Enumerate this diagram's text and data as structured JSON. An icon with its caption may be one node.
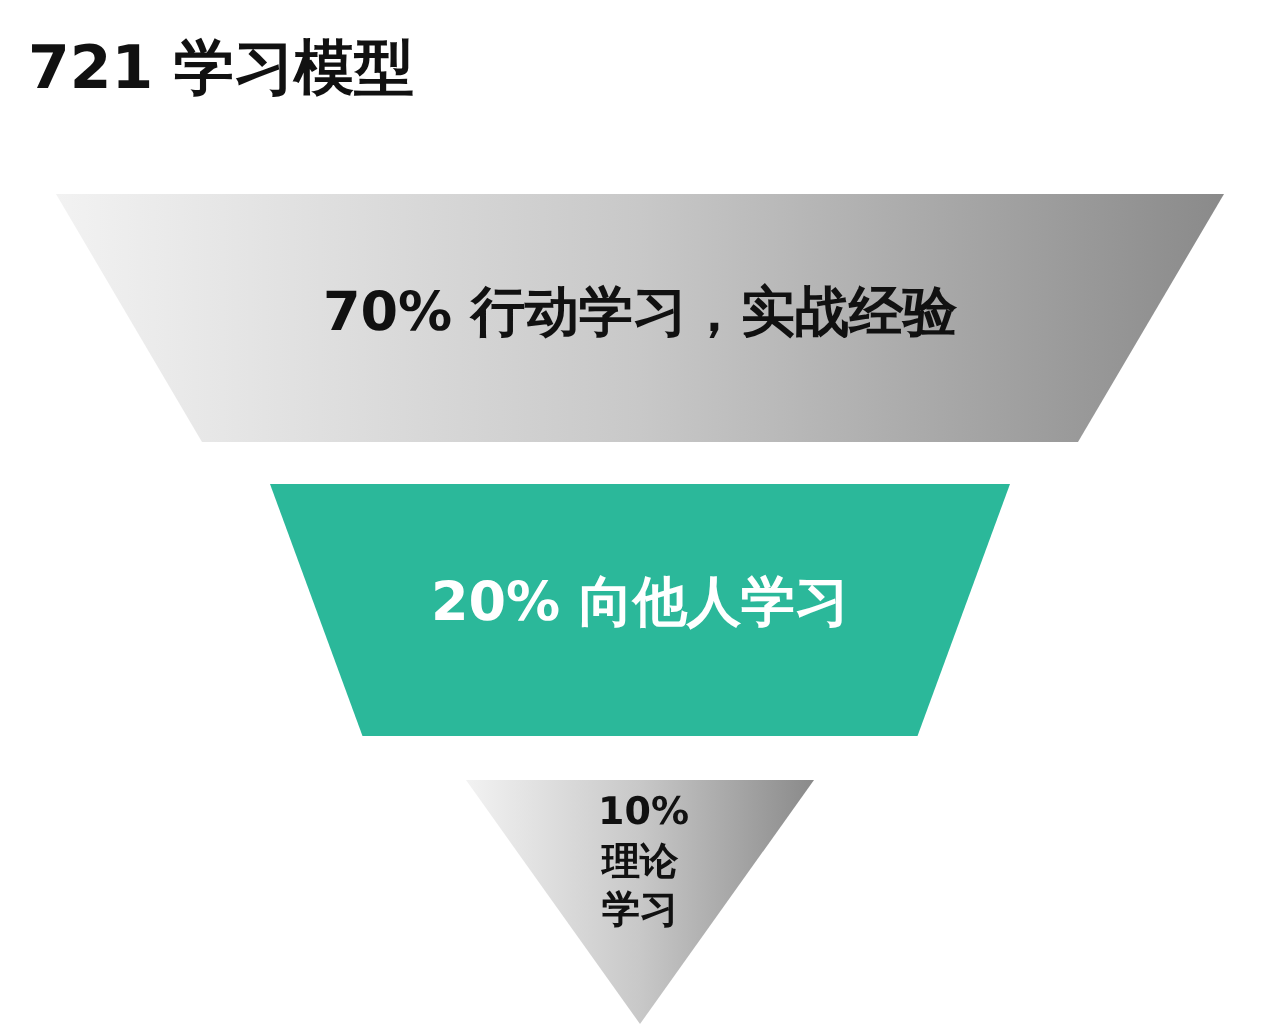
{
  "diagram": {
    "title": "721 学习模型",
    "nodes": [
      {
        "text": [
          "70% 行动学习，实战经验"
        ]
      },
      {
        "text": [
          "20% 向他人学习"
        ]
      },
      {
        "text": [
          "10% 理论学习"
        ]
      }
    ]
  }
}
